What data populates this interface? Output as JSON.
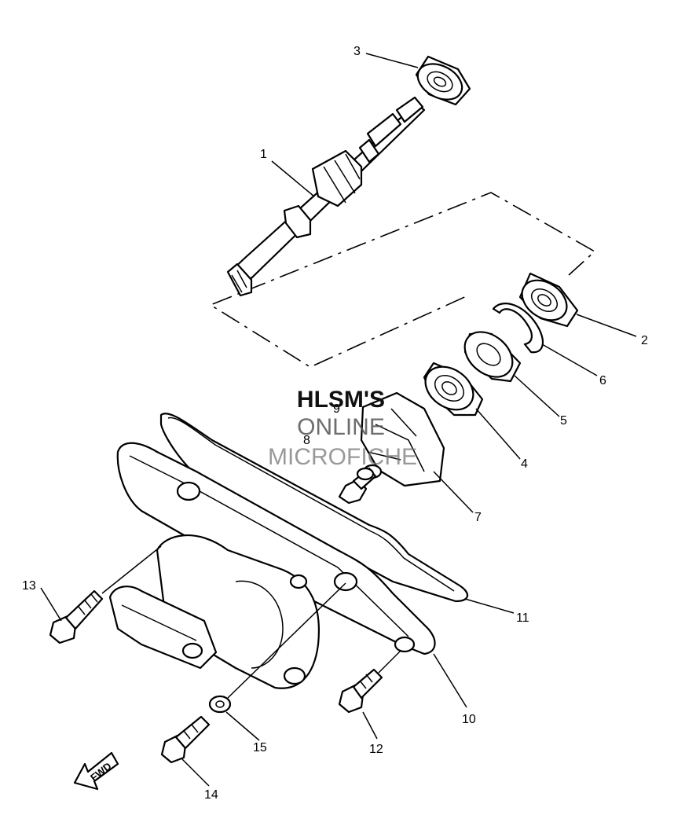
{
  "watermark": {
    "line1": "HLSM'S",
    "line2": "ONLINE",
    "line3": "MICROFICHE"
  },
  "direction_label": "FWD",
  "callouts": [
    "1",
    "2",
    "3",
    "4",
    "5",
    "6",
    "7",
    "8",
    "9",
    "10",
    "11",
    "12",
    "13",
    "14",
    "15"
  ]
}
